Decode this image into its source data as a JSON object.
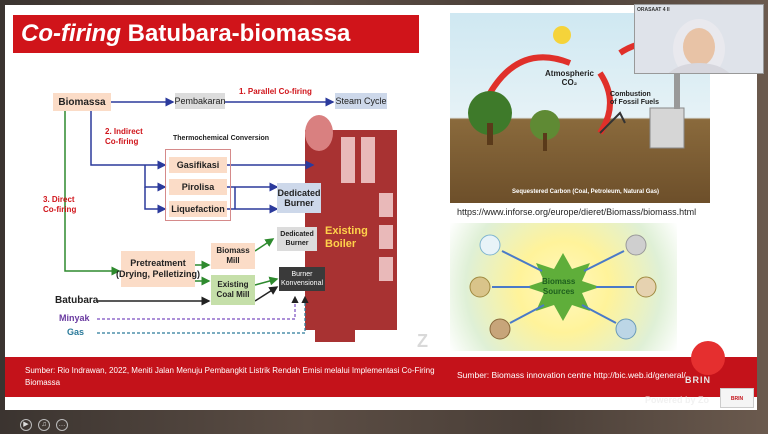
{
  "slide": {
    "title_italic": "Co-firing",
    "title_rest": " Batubara-biomassa",
    "diagram": {
      "biomassa": "Biomassa",
      "pembakaran": "Pembakaran",
      "parallel": "1. Parallel Co-firing",
      "steam_cycle": "Steam Cycle",
      "indirect": "2. Indirect\nCo-firing",
      "thermochemical": "Thermochemical Conversion",
      "gasifikasi": "Gasifikasi",
      "pirolisa": "Pirolisa",
      "liquefaction": "Liquefaction",
      "dedicated_burner": "Dedicated\nBurner",
      "direct": "3. Direct\nCo-firing",
      "pretreatment": "Pretreatment\n(Drying, Pelletizing)",
      "biomass_mill": "Biomass\nMill",
      "dedicated_burner2": "Dedicated\nBurner",
      "existing_coal_mill": "Existing\nCoal Mill",
      "burner_konvensional": "Burner\nKonvensional",
      "existing_boiler": "Existing\nBoiler",
      "batubara": "Batubara",
      "minyak": "Minyak",
      "gas": "Gas"
    },
    "photo1": {
      "atmospheric": "Atmospheric\nCO₂",
      "combustion": "Combustion\nof Fossil Fuels",
      "sequestered": "Sequestered Carbon (Coal, Petroleum, Natural Gas)"
    },
    "photo2": {
      "center": "Biomass\nSources"
    },
    "url1": "https://www.inforse.org/europe/dieret/Biomass/biomass.html",
    "source_left": "Sumber: Rio Indrawan, 2022, Meniti Jalan Menuju Pembangkit Listrik Rendah Emisi melalui Implementasi Co-Firing Biomassa",
    "source_right": "Sumber: Biomass innovation centre http://bic.web.id/general/",
    "brin": "BRIN",
    "zoom_mark": "Z"
  },
  "overlay": {
    "powered_by": "Powered by Zo",
    "video_label": "ORASAAT 4 II",
    "corner_logo": "BRIN"
  },
  "colors": {
    "accent_red": "#d0141a",
    "boiler": "#a83232"
  }
}
